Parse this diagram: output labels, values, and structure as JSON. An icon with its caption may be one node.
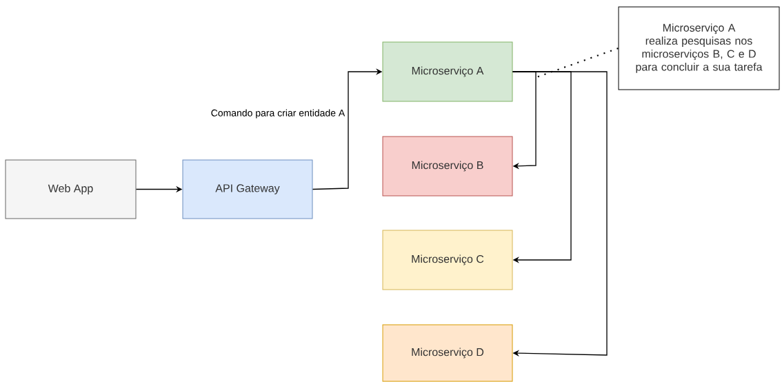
{
  "diagram": {
    "nodes": [
      {
        "text": [
          "Web App"
        ]
      },
      {
        "text": [
          "API Gateway"
        ]
      },
      {
        "text": [
          "Microserviço A"
        ]
      },
      {
        "text": [
          "Microserviço B"
        ]
      },
      {
        "text": [
          "Microserviço C"
        ]
      },
      {
        "text": [
          "Microserviço D"
        ]
      },
      {
        "text": [
          "Microserviço A realiza pesquisas nos microserviços B, C e D para concluir a sua tarefa"
        ]
      }
    ],
    "edges": [
      {
        "from": 0,
        "to": 1,
        "arrow": "to"
      },
      {
        "from": 1,
        "to": 2,
        "arrow": "to",
        "label": "Comando para criar entidade A"
      },
      {
        "from": 2,
        "to": 3,
        "arrow": "to"
      },
      {
        "from": 2,
        "to": 4,
        "arrow": "to"
      },
      {
        "from": 2,
        "to": 5,
        "arrow": "to"
      },
      {
        "from": 6,
        "to": null,
        "arrow": "none",
        "style": "dashed"
      }
    ]
  }
}
